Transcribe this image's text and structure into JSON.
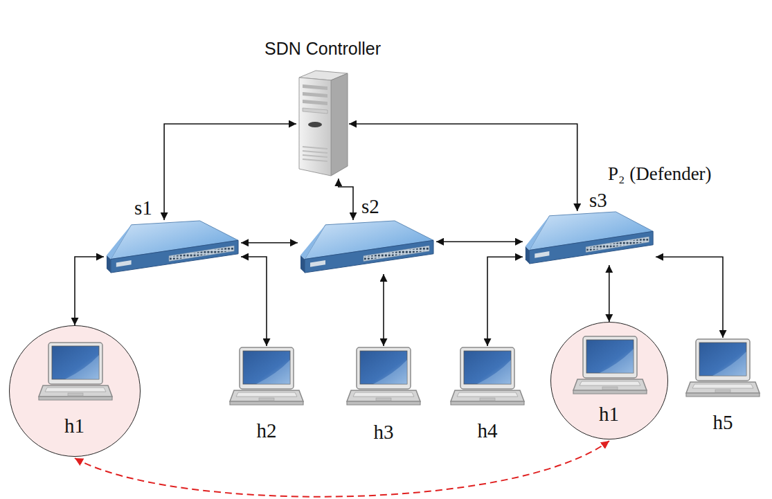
{
  "diagram": {
    "nodes": [
      {
        "text": [
          "SDN Controller"
        ]
      },
      {
        "text": [
          "s1"
        ]
      },
      {
        "text": [
          "s2"
        ]
      },
      {
        "text": [
          "s3"
        ]
      },
      {
        "text": [
          "h1"
        ]
      },
      {
        "text": [
          "h2"
        ]
      },
      {
        "text": [
          "h3"
        ]
      },
      {
        "text": [
          "h4"
        ]
      },
      {
        "text": [
          "h1"
        ]
      },
      {
        "text": [
          "h5"
        ]
      }
    ],
    "edges": [
      {
        "from": 0,
        "to": 1,
        "arrow": "both"
      },
      {
        "from": 0,
        "to": 2,
        "arrow": "both"
      },
      {
        "from": 0,
        "to": 3,
        "arrow": "both"
      },
      {
        "from": 1,
        "to": 2,
        "arrow": "both"
      },
      {
        "from": 2,
        "to": 3,
        "arrow": "both"
      },
      {
        "from": 1,
        "to": 4,
        "arrow": "both"
      },
      {
        "from": 1,
        "to": 5,
        "arrow": "both"
      },
      {
        "from": 2,
        "to": 6,
        "arrow": "both"
      },
      {
        "from": 3,
        "to": 7,
        "arrow": "both"
      },
      {
        "from": 3,
        "to": 8,
        "arrow": "both"
      },
      {
        "from": 3,
        "to": 9,
        "arrow": "both"
      },
      {
        "from": 4,
        "to": 8,
        "arrow": "both"
      }
    ],
    "labels": [
      "P₂ (Defender)"
    ]
  }
}
